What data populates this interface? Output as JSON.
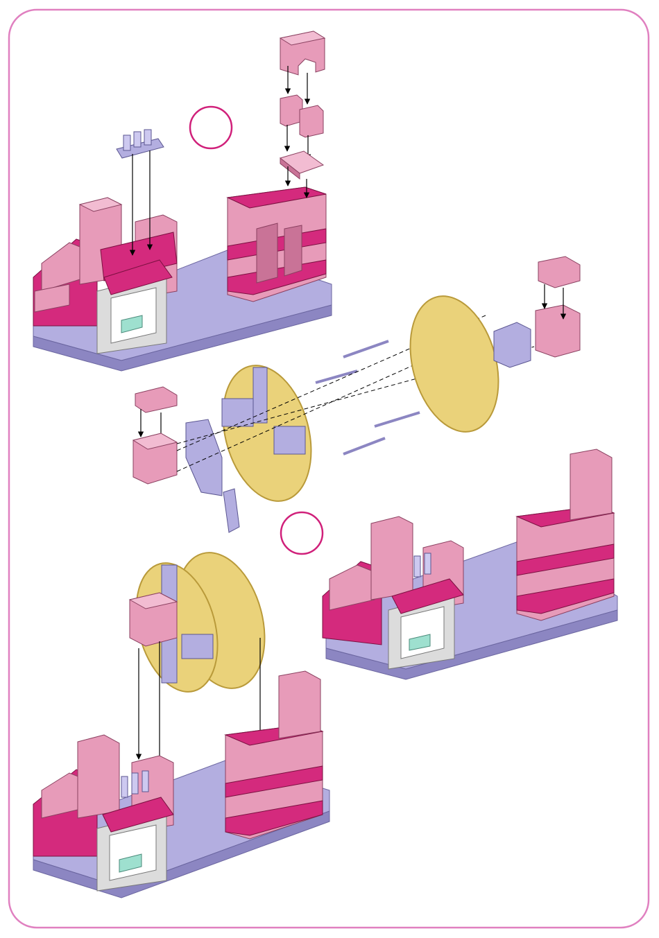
{
  "page": {
    "frame_color": "#e080c0",
    "step_marker_color": "#d0207a"
  },
  "palette": {
    "pink_light": "#e79bb9",
    "pink_light_top": "#f2bcd2",
    "pink_light_side": "#c97397",
    "magenta": "#d42a7d",
    "magenta_top": "#e95aa4",
    "magenta_side": "#a5175c",
    "lavender": "#b3aee0",
    "lavender_top": "#cdc9f0",
    "lavender_side": "#8c86c2",
    "grey_white": "#dcdcdc",
    "grey_white_top": "#f2f2f2",
    "grey_white_side": "#b8b8b8",
    "teal": "#9ee0cf",
    "gold": "#ead27a",
    "gold_dark": "#b99a3a",
    "arrow": "#000000"
  },
  "parts": {
    "sub_assembly_icons": [
      "pink-brick-2x2",
      "pink-arch",
      "lavender-plate",
      "gold-wheel",
      "lavender-axle",
      "lavender-turret-plate"
    ]
  }
}
